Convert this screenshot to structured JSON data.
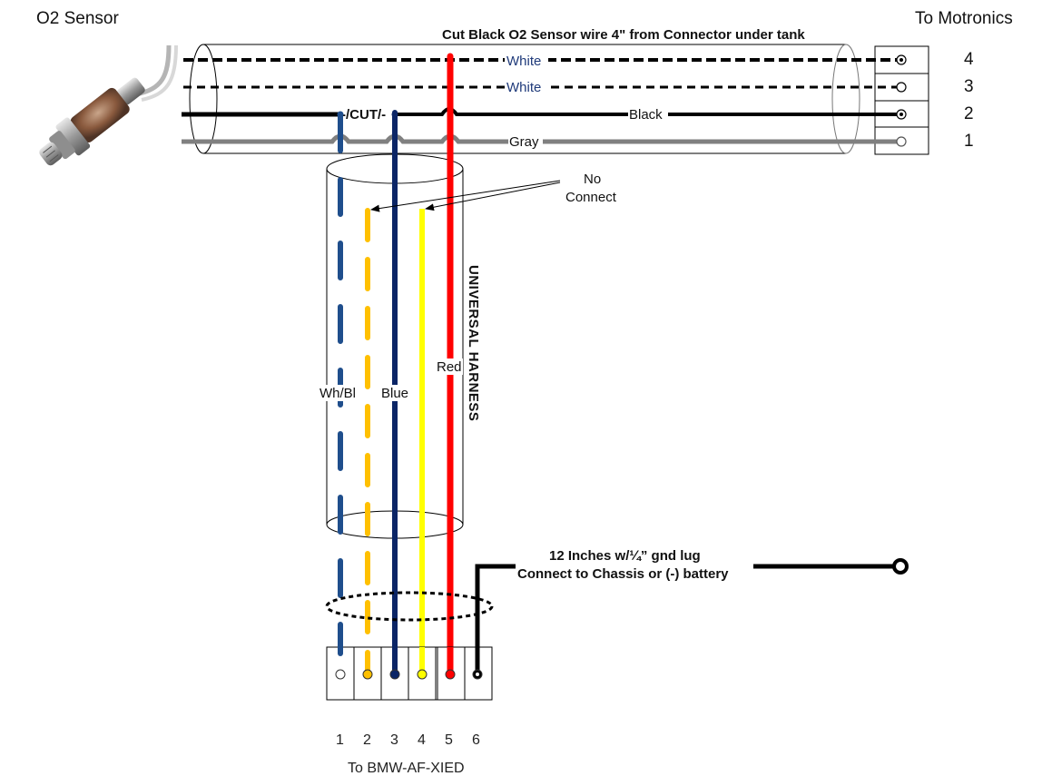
{
  "title_left": "O2 Sensor",
  "title_right": "To Motronics",
  "cut_instruction": "Cut Black O2 Sensor wire 4\" from Connector under tank",
  "cut_marker": "-/CUT/-",
  "sensor_image": "o2-sensor-photo",
  "sensor_cable": {
    "wires": [
      {
        "label": "White",
        "style": "dashed",
        "color": "#000000",
        "label_color": "#1f3a7a",
        "pin": "4"
      },
      {
        "label": "White",
        "style": "dashed",
        "color": "#000000",
        "label_color": "#1f3a7a",
        "pin": "3"
      },
      {
        "label": "Black",
        "style": "solid",
        "color": "#000000",
        "label_color": "#111111",
        "pin": "2"
      },
      {
        "label": "Gray",
        "style": "solid",
        "color": "#808080",
        "label_color": "#111111",
        "pin": "1"
      }
    ]
  },
  "motronics_pins": [
    "4",
    "3",
    "2",
    "1"
  ],
  "no_connect_label": [
    "No",
    "Connect"
  ],
  "harness_label": "UNIVERSAL HARNESS",
  "harness_wires": [
    {
      "label": "Wh/Bl",
      "color": "#1f4e8c",
      "style": "dashed",
      "pin": "1"
    },
    {
      "label": "",
      "color": "#ffc000",
      "style": "dashed",
      "pin": "2"
    },
    {
      "label": "Blue",
      "color": "#0b2566",
      "style": "solid",
      "pin": "3"
    },
    {
      "label": "",
      "color": "#ffff00",
      "style": "solid",
      "pin": "4"
    },
    {
      "label": "Red",
      "color": "#ff0000",
      "style": "solid",
      "pin": "5"
    },
    {
      "label": "",
      "color": "#000000",
      "style": "solid",
      "pin": "6"
    }
  ],
  "connector_pins": [
    "1",
    "2",
    "3",
    "4",
    "5",
    "6"
  ],
  "connector_label": "To BMW-AF-XIED",
  "ground_note": [
    "12 Inches w/¼” gnd  lug",
    "Connect to Chassis or (-) battery"
  ]
}
